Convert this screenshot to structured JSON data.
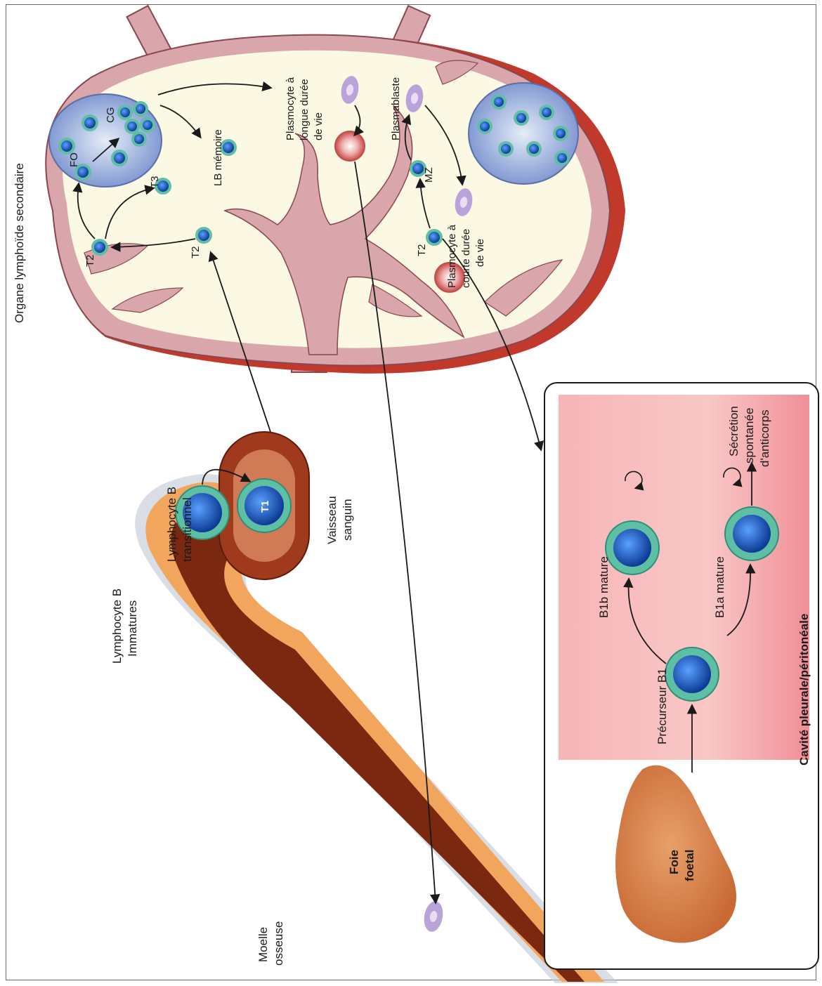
{
  "labels": {
    "organ_title": "Organe lymphoïde secondaire",
    "fo": "FO",
    "cg": "CG",
    "t3": "T3",
    "t2_left": "T2",
    "t2_mid": "T2",
    "t2_bottom": "T2",
    "lb_memoire": "LB mémoire",
    "plasmo_long_1": "Plasmocyte à",
    "plasmo_long_2": "longue durée",
    "plasmo_long_3": "de vie",
    "plasmablaste": "Plasmablaste",
    "mz": "MZ",
    "plasmo_short_1": "Plasmocyte à",
    "plasmo_short_2": "courte durée",
    "plasmo_short_3": "de vie",
    "lympho_trans_1": "Lymphocyte B",
    "lympho_trans_2": "transitionnel",
    "t1": "T1",
    "vaisseau_1": "Vaisseau",
    "vaisseau_2": "sanguin",
    "lympho_imm_1": "Lymphocyte B",
    "lympho_imm_2": "Immatures",
    "moelle_1": "Moelle",
    "moelle_2": "osseuse",
    "b1b": "B1b mature",
    "b1a": "B1a mature",
    "secretion_1": "Sécrétion",
    "secretion_2": "spontanée",
    "secretion_3": "d'anticorps",
    "precurseur": "Précurseur B1",
    "cavite": "Cavité pleurale/péritonéale",
    "foie_1": "Foie",
    "foie_2": "foetal"
  },
  "colors": {
    "organ_tissue": "#d9a6ac",
    "organ_outline": "#8a4650",
    "organ_capsule": "#c0392b",
    "organ_interior": "#fbf8e4",
    "follicle": "#8fa6d8",
    "cell_core": "#1f5fc9",
    "cell_ring": "#5fbfa5",
    "plasma": "#b9a3d8",
    "red_cell": "#c0392b",
    "bone_outer": "#f2a55c",
    "bone_inner": "#7a2810",
    "vessel": "#a03a1c",
    "cavity_fill": "#f5a3a8",
    "liver": "#d9824a"
  }
}
